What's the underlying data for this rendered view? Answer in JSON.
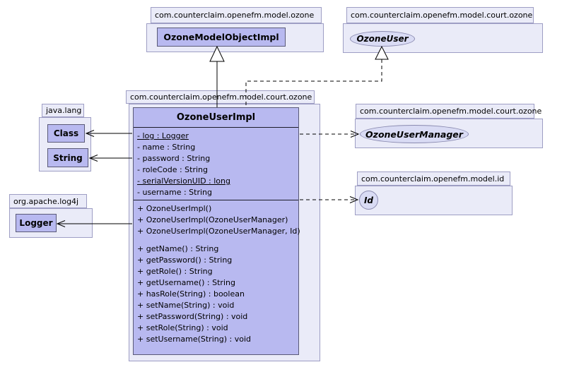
{
  "colors": {
    "background": "#ffffff",
    "class_fill": "#b8b9f0",
    "package_fill": "#eaebf8",
    "interface_fill": "#d9dbf4",
    "class_border": "#5a5a78",
    "package_border": "#9e9ec4",
    "line": "#000000"
  },
  "packages": {
    "model_ozone": "com.counterclaim.openefm.model.ozone",
    "court_ozone_top": "com.counterclaim.openefm.model.court.ozone",
    "court_ozone_main": "com.counterclaim.openefm.model.court.ozone",
    "java_lang": "java.lang",
    "log4j": "org.apache.log4j",
    "court_ozone_manager": "com.counterclaim.openefm.model.court.ozone",
    "model_id": "com.counterclaim.openefm.model.id"
  },
  "nodes": {
    "ozone_model_object_impl": "OzoneModelObjectImpl",
    "ozone_user": "OzoneUser",
    "ozone_user_manager": "OzoneUserManager",
    "id": "Id",
    "java_class": "Class",
    "java_string": "String",
    "logger": "Logger"
  },
  "main_class": {
    "name": "OzoneUserImpl",
    "fields": [
      {
        "text": "- log : Logger",
        "static": true
      },
      {
        "text": "- name : String",
        "static": false
      },
      {
        "text": "- password : String",
        "static": false
      },
      {
        "text": "- roleCode : String",
        "static": false
      },
      {
        "text": "- serialVersionUID : long",
        "static": true
      },
      {
        "text": "- username : String",
        "static": false
      }
    ],
    "constructors": [
      "+ OzoneUserImpl()",
      "+ OzoneUserImpl(OzoneUserManager)",
      "+ OzoneUserImpl(OzoneUserManager, Id)"
    ],
    "methods": [
      "+ getName() : String",
      "+ getPassword() : String",
      "+ getRole() : String",
      "+ getUsername() : String",
      "+ hasRole(String) : boolean",
      "+ setName(String) : void",
      "+ setPassword(String) : void",
      "+ setRole(String) : void",
      "+ setUsername(String) : void"
    ]
  },
  "relations": [
    {
      "type": "generalization",
      "from": "OzoneUserImpl",
      "to": "OzoneModelObjectImpl",
      "line": "solid",
      "head": "hollow-triangle"
    },
    {
      "type": "realization",
      "from": "OzoneUserImpl",
      "to": "OzoneUser",
      "line": "dashed",
      "head": "hollow-triangle"
    },
    {
      "type": "association",
      "from": "OzoneUserImpl",
      "to": "Class",
      "line": "solid",
      "head": "open-arrow"
    },
    {
      "type": "association",
      "from": "OzoneUserImpl",
      "to": "String",
      "line": "solid",
      "head": "open-arrow"
    },
    {
      "type": "association",
      "from": "OzoneUserImpl",
      "to": "Logger",
      "line": "solid",
      "head": "open-arrow"
    },
    {
      "type": "dependency",
      "from": "OzoneUserImpl",
      "to": "OzoneUserManager",
      "line": "dashed",
      "head": "open-arrow"
    },
    {
      "type": "dependency",
      "from": "OzoneUserImpl",
      "to": "Id",
      "line": "dashed",
      "head": "open-arrow"
    }
  ]
}
